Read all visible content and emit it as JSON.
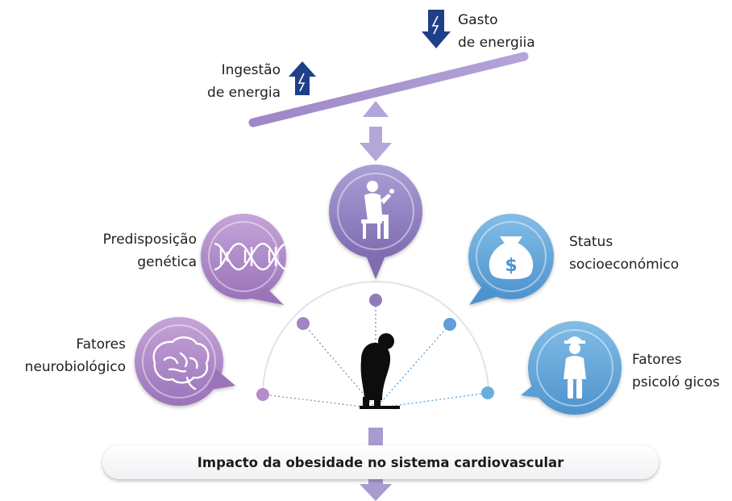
{
  "balance": {
    "intake_label": [
      "Ingestão",
      "de energia"
    ],
    "expenditure_label": [
      "Gasto",
      "de energiia"
    ]
  },
  "factors": {
    "genetic": [
      "Predisposição",
      "genética"
    ],
    "socioeconomic": [
      "Status",
      "socioeconómico"
    ],
    "neurobiological": [
      "Fatores",
      "neurobiológico"
    ],
    "psychological": [
      "Fatores",
      "psicoló gicos"
    ]
  },
  "banner": {
    "text": "Impacto da obesidade no sistema cardiovascular"
  },
  "colors": {
    "purple": "#a083c0",
    "violet": "#8d79b8",
    "blue": "#5aa0d6",
    "arrow_blue": "#1f3f88",
    "arrow_lavender": "#a99bd0"
  },
  "icons": [
    "lightning-icon",
    "dna-icon",
    "person-sitting-icon",
    "money-bag-icon",
    "brain-icon",
    "child-icon",
    "obese-person-icon"
  ]
}
